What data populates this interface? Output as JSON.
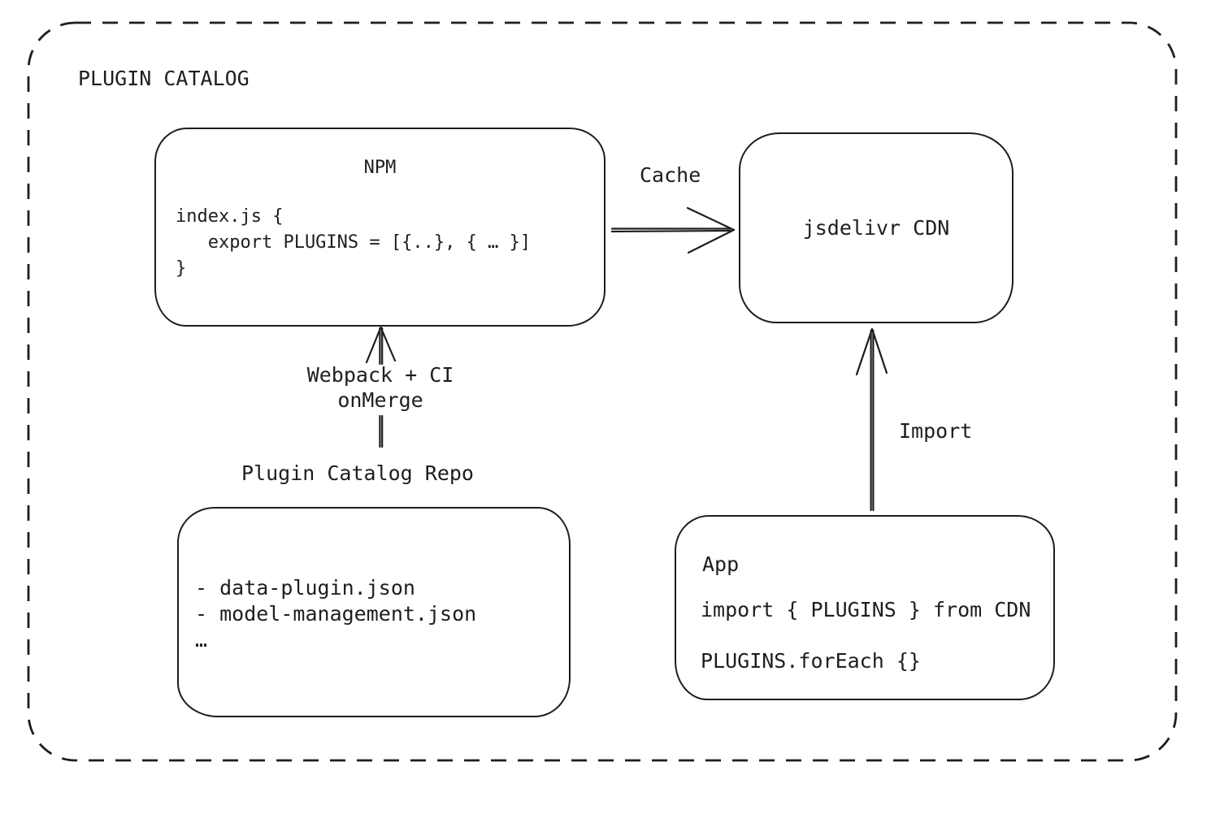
{
  "diagram": {
    "title": "PLUGIN CATALOG",
    "stroke_color": "#1e1e1e",
    "background_color": "#ffffff"
  },
  "nodes": {
    "npm": {
      "title": "NPM",
      "code_lines": [
        "index.js {",
        "   export PLUGINS = [{..}, { … }]",
        "}"
      ]
    },
    "cdn": {
      "label": "jsdelivr CDN"
    },
    "repo": {
      "title": "Plugin Catalog Repo",
      "items": [
        "- data-plugin.json",
        "- model-management.json",
        "…"
      ]
    },
    "app": {
      "title": "App",
      "code_lines": [
        "import { PLUGINS } from CDN",
        "PLUGINS.forEach {}"
      ]
    }
  },
  "edges": {
    "cache": {
      "label": "Cache"
    },
    "build": {
      "label_line1": "Webpack + CI",
      "label_line2": "onMerge"
    },
    "import": {
      "label": "Import"
    }
  }
}
